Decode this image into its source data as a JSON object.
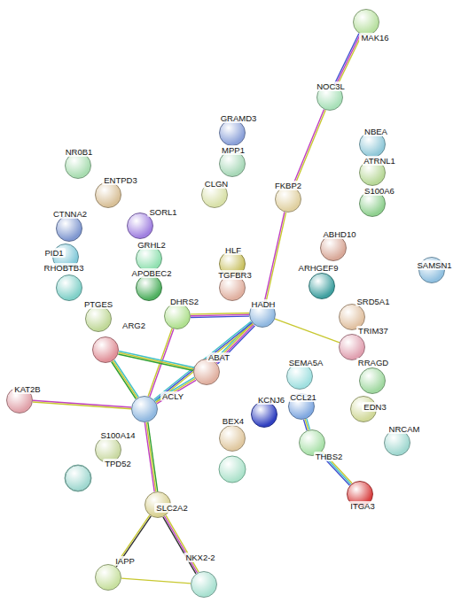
{
  "diagram": {
    "nodes": [
      {
        "text": [
          "MAK16"
        ]
      },
      {
        "text": [
          "NOC3L"
        ]
      },
      {
        "text": [
          "GRAMD3"
        ]
      },
      {
        "text": [
          "NBEA"
        ]
      },
      {
        "text": [
          "MPP1"
        ]
      },
      {
        "text": [
          "NR0B1"
        ]
      },
      {
        "text": [
          "ATRNL1"
        ]
      },
      {
        "text": [
          "ENTPD3"
        ]
      },
      {
        "text": [
          "FKBP2"
        ]
      },
      {
        "text": [
          "CLGN"
        ]
      },
      {
        "text": [
          "S100A6"
        ]
      },
      {
        "text": [
          "CTNNA2"
        ]
      },
      {
        "text": [
          "SORL1"
        ]
      },
      {
        "text": [
          "ABHD10"
        ]
      },
      {
        "text": [
          "PID1"
        ]
      },
      {
        "text": [
          "GRHL2"
        ]
      },
      {
        "text": [
          "HLF"
        ]
      },
      {
        "text": [
          "SAMSN1"
        ]
      },
      {
        "text": [
          "RHOBTB3"
        ]
      },
      {
        "text": [
          "APOBEC2"
        ]
      },
      {
        "text": [
          "TGFBR3"
        ]
      },
      {
        "text": [
          "ARHGEF9"
        ]
      },
      {
        "text": [
          "SRD5A1"
        ]
      },
      {
        "text": [
          "PTGES"
        ]
      },
      {
        "text": [
          "DHRS2"
        ]
      },
      {
        "text": [
          "HADH"
        ]
      },
      {
        "text": [
          "TRIM37"
        ]
      },
      {
        "text": [
          "ARG2"
        ]
      },
      {
        "text": [
          "ABAT"
        ]
      },
      {
        "text": [
          "SEMA5A"
        ]
      },
      {
        "text": [
          "RRAGD"
        ]
      },
      {
        "text": [
          "KAT2B"
        ]
      },
      {
        "text": [
          "ACLY"
        ]
      },
      {
        "text": [
          "CCL21"
        ]
      },
      {
        "text": [
          "KCNJ6"
        ]
      },
      {
        "text": [
          "EDN3"
        ]
      },
      {
        "text": [
          "BEX4"
        ]
      },
      {
        "text": [
          "S100A14"
        ]
      },
      {
        "text": [
          "NRCAM"
        ]
      },
      {
        "text": [
          "THBS2"
        ]
      },
      {
        "text": [
          "TPD52"
        ]
      },
      {
        "text": [
          "ITGA3"
        ]
      },
      {
        "text": [
          "SLC2A2"
        ]
      },
      {
        "text": [
          "NKX2-2"
        ]
      },
      {
        "text": [
          "IAPP"
        ]
      }
    ],
    "edges": [
      {
        "from": 0,
        "to": 1,
        "arrow": "none"
      },
      {
        "from": 1,
        "to": 8,
        "arrow": "none"
      },
      {
        "from": 8,
        "to": 25,
        "arrow": "none"
      },
      {
        "from": 25,
        "to": 24,
        "arrow": "none"
      },
      {
        "from": 25,
        "to": 28,
        "arrow": "none"
      },
      {
        "from": 25,
        "to": 32,
        "arrow": "none"
      },
      {
        "from": 25,
        "to": 26,
        "arrow": "none"
      },
      {
        "from": 24,
        "to": 32,
        "arrow": "none"
      },
      {
        "from": 27,
        "to": 28,
        "arrow": "none"
      },
      {
        "from": 27,
        "to": 32,
        "arrow": "none"
      },
      {
        "from": 28,
        "to": 32,
        "arrow": "none"
      },
      {
        "from": 31,
        "to": 32,
        "arrow": "none"
      },
      {
        "from": 32,
        "to": 42,
        "arrow": "none"
      },
      {
        "from": 42,
        "to": 44,
        "arrow": "none"
      },
      {
        "from": 42,
        "to": 43,
        "arrow": "none"
      },
      {
        "from": 44,
        "to": 43,
        "arrow": "none"
      },
      {
        "from": 33,
        "to": 39,
        "arrow": "none"
      },
      {
        "from": 39,
        "to": 41,
        "arrow": "none"
      }
    ]
  }
}
